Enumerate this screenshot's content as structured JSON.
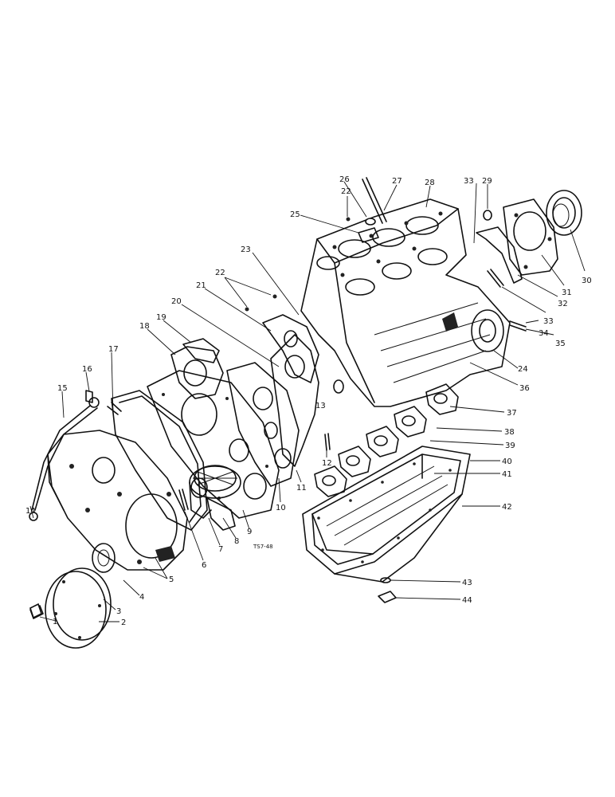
{
  "diagram": {
    "figure_code": "TS7-48",
    "callouts": [
      "1",
      "2",
      "3",
      "4",
      "5",
      "6",
      "7",
      "8",
      "9",
      "10",
      "11",
      "12",
      "13",
      "14",
      "15",
      "16",
      "17",
      "18",
      "19",
      "20",
      "21",
      "22",
      "22",
      "23",
      "24",
      "25",
      "26",
      "27",
      "28",
      "29",
      "30",
      "31",
      "32",
      "33",
      "33",
      "34",
      "35",
      "36",
      "37",
      "38",
      "39",
      "40",
      "41",
      "42",
      "43",
      "44"
    ]
  }
}
